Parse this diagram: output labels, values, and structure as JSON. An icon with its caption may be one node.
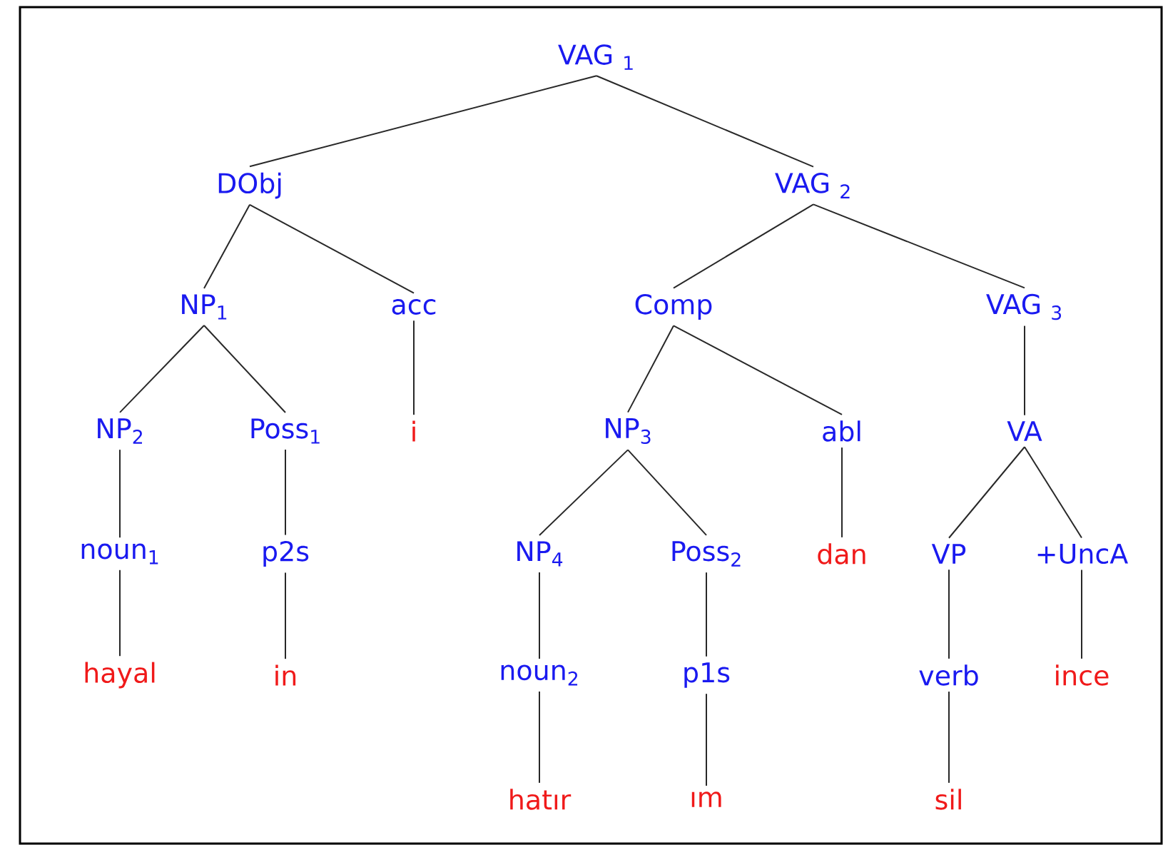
{
  "diagram": {
    "nodes": [
      {
        "text": [
          "VAG $_{1}$"
        ]
      },
      {
        "text": [
          "DObj"
        ]
      },
      {
        "text": [
          "VAG $_{2}$"
        ]
      },
      {
        "text": [
          "NP$_{1}$"
        ]
      },
      {
        "text": [
          "acc"
        ]
      },
      {
        "text": [
          "Comp"
        ]
      },
      {
        "text": [
          "VAG $_{3}$"
        ]
      },
      {
        "text": [
          "NP$_{2}$"
        ]
      },
      {
        "text": [
          "Poss$_{1}$"
        ]
      },
      {
        "text": [
          "i"
        ]
      },
      {
        "text": [
          "NP$_{3}$"
        ]
      },
      {
        "text": [
          "abl"
        ]
      },
      {
        "text": [
          "VA"
        ]
      },
      {
        "text": [
          "noun$_{1}$"
        ]
      },
      {
        "text": [
          "p2s"
        ]
      },
      {
        "text": [
          "NP$_{4}$"
        ]
      },
      {
        "text": [
          "Poss$_{2}$"
        ]
      },
      {
        "text": [
          "dan"
        ]
      },
      {
        "text": [
          "VP"
        ]
      },
      {
        "text": [
          "+UncA"
        ]
      },
      {
        "text": [
          "hayal"
        ]
      },
      {
        "text": [
          "in"
        ]
      },
      {
        "text": [
          "noun$_{2}$"
        ]
      },
      {
        "text": [
          "p1s"
        ]
      },
      {
        "text": [
          "verb"
        ]
      },
      {
        "text": [
          "ince"
        ]
      },
      {
        "text": [
          "hatır"
        ]
      },
      {
        "text": [
          "ım"
        ]
      },
      {
        "text": [
          "sil"
        ]
      }
    ],
    "edges": [
      {
        "from": 0,
        "to": 1,
        "arrow": "none"
      },
      {
        "from": 0,
        "to": 2,
        "arrow": "none"
      },
      {
        "from": 1,
        "to": 3,
        "arrow": "none"
      },
      {
        "from": 1,
        "to": 4,
        "arrow": "none"
      },
      {
        "from": 2,
        "to": 5,
        "arrow": "none"
      },
      {
        "from": 2,
        "to": 6,
        "arrow": "none"
      },
      {
        "from": 3,
        "to": 7,
        "arrow": "none"
      },
      {
        "from": 3,
        "to": 8,
        "arrow": "none"
      },
      {
        "from": 4,
        "to": 9,
        "arrow": "none"
      },
      {
        "from": 5,
        "to": 10,
        "arrow": "none"
      },
      {
        "from": 5,
        "to": 11,
        "arrow": "none"
      },
      {
        "from": 6,
        "to": 12,
        "arrow": "none"
      },
      {
        "from": 7,
        "to": 13,
        "arrow": "none"
      },
      {
        "from": 8,
        "to": 14,
        "arrow": "none"
      },
      {
        "from": 10,
        "to": 15,
        "arrow": "none"
      },
      {
        "from": 10,
        "to": 16,
        "arrow": "none"
      },
      {
        "from": 11,
        "to": 17,
        "arrow": "none"
      },
      {
        "from": 12,
        "to": 18,
        "arrow": "none"
      },
      {
        "from": 12,
        "to": 19,
        "arrow": "none"
      },
      {
        "from": 13,
        "to": 20,
        "arrow": "none"
      },
      {
        "from": 14,
        "to": 21,
        "arrow": "none"
      },
      {
        "from": 15,
        "to": 22,
        "arrow": "none"
      },
      {
        "from": 16,
        "to": 23,
        "arrow": "none"
      },
      {
        "from": 18,
        "to": 24,
        "arrow": "none"
      },
      {
        "from": 19,
        "to": 25,
        "arrow": "none"
      },
      {
        "from": 22,
        "to": 26,
        "arrow": "none"
      },
      {
        "from": 23,
        "to": 27,
        "arrow": "none"
      },
      {
        "from": 24,
        "to": 28,
        "arrow": "none"
      }
    ]
  }
}
